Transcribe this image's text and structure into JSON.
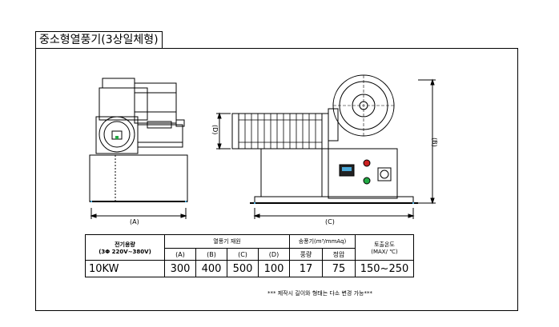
{
  "title": "중소형열풍기(3상일체형)",
  "dimensions": {
    "a": "(A)",
    "b": "(B)",
    "c": "(C)",
    "d": "(D)"
  },
  "table": {
    "col_power": "전기용량",
    "col_power_sub": "(3Φ 220V~380V)",
    "col_size": "열풍기 재원",
    "col_airflow": "송풍기(m³/mmAq)",
    "col_temp": "토출온도",
    "col_temp_sub": "(MAX/ ℃)",
    "sub_a": "(A)",
    "sub_b": "(B)",
    "sub_c": "(C)",
    "sub_d": "(D)",
    "sub_flow": "풍량",
    "sub_pressure": "정압",
    "row": {
      "power": "10KW",
      "a": "300",
      "b": "400",
      "c": "500",
      "d": "100",
      "flow": "17",
      "pressure": "75",
      "temp": "150~250"
    }
  },
  "note": "*** 제작시 길이와 형태는 다소 변경 가능***",
  "colors": {
    "line": "#000000",
    "accent_red": "#cc2222",
    "accent_green": "#22aa44",
    "dim_marker": "#4aa8d8"
  }
}
